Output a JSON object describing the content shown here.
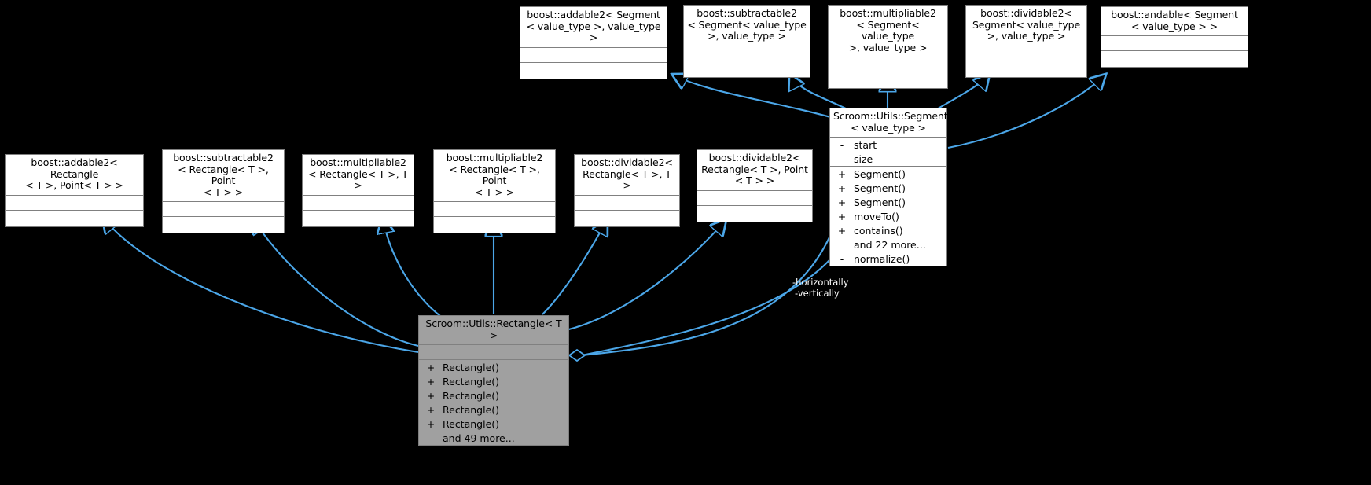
{
  "diagram": {
    "kind": "uml-class-inheritance-graph",
    "background": "#000000",
    "edge_color": "#4ba6e8",
    "box_fill": "#ffffff",
    "box_border": "#808080",
    "highlight_fill": "#a0a0a0",
    "text_color": "#000000",
    "label_text_color": "#ffffff"
  },
  "nodes": [
    {
      "id": "addable2-segment",
      "title": "boost::addable2< Segment\n< value_type >, value_type >",
      "attributes": [],
      "methods": [],
      "highlight": false
    },
    {
      "id": "subtractable2-segment",
      "title": "boost::subtractable2\n< Segment< value_type\n>, value_type >",
      "attributes": [],
      "methods": [],
      "highlight": false
    },
    {
      "id": "multipliable2-segment",
      "title": "boost::multipliable2\n< Segment< value_type\n>, value_type >",
      "attributes": [],
      "methods": [],
      "highlight": false
    },
    {
      "id": "dividable2-segment",
      "title": "boost::dividable2<\nSegment< value_type\n>, value_type >",
      "attributes": [],
      "methods": [],
      "highlight": false
    },
    {
      "id": "andable-segment",
      "title": "boost::andable< Segment\n< value_type  > >",
      "attributes": [],
      "methods": [],
      "highlight": false
    },
    {
      "id": "segment",
      "title": "Scroom::Utils::Segment\n< value_type >",
      "attributes": [
        {
          "visibility": "-",
          "name": "start"
        },
        {
          "visibility": "-",
          "name": "size"
        }
      ],
      "methods": [
        {
          "visibility": "+",
          "name": "Segment()"
        },
        {
          "visibility": "+",
          "name": "Segment()"
        },
        {
          "visibility": "+",
          "name": "Segment()"
        },
        {
          "visibility": "+",
          "name": "moveTo()"
        },
        {
          "visibility": "+",
          "name": "contains()"
        },
        {
          "visibility": "",
          "name": "and 22 more..."
        },
        {
          "visibility": "-",
          "name": "normalize()"
        }
      ],
      "highlight": false
    },
    {
      "id": "addable2-rectangle",
      "title": "boost::addable2< Rectangle\n< T >, Point< T > >",
      "attributes": [],
      "methods": [],
      "highlight": false
    },
    {
      "id": "subtractable2-rectangle",
      "title": "boost::subtractable2\n< Rectangle< T >, Point\n< T > >",
      "attributes": [],
      "methods": [],
      "highlight": false
    },
    {
      "id": "multipliable2-rectangle-t",
      "title": "boost::multipliable2\n< Rectangle< T >, T >",
      "attributes": [],
      "methods": [],
      "highlight": false
    },
    {
      "id": "multipliable2-rectangle-point",
      "title": "boost::multipliable2\n< Rectangle< T >, Point\n< T > >",
      "attributes": [],
      "methods": [],
      "highlight": false
    },
    {
      "id": "dividable2-rectangle-t",
      "title": "boost::dividable2<\nRectangle< T >, T >",
      "attributes": [],
      "methods": [],
      "highlight": false
    },
    {
      "id": "dividable2-rectangle-point",
      "title": "boost::dividable2<\nRectangle< T >, Point\n< T > >",
      "attributes": [],
      "methods": [],
      "highlight": false
    },
    {
      "id": "rectangle",
      "title": "Scroom::Utils::Rectangle< T >",
      "attributes": [],
      "methods": [
        {
          "visibility": "+",
          "name": "Rectangle()"
        },
        {
          "visibility": "+",
          "name": "Rectangle()"
        },
        {
          "visibility": "+",
          "name": "Rectangle()"
        },
        {
          "visibility": "+",
          "name": "Rectangle()"
        },
        {
          "visibility": "+",
          "name": "Rectangle()"
        },
        {
          "visibility": "",
          "name": "and 49 more..."
        }
      ],
      "highlight": true
    }
  ],
  "edge_labels": [
    {
      "id": "label-horizontally",
      "text": "-horizontally"
    },
    {
      "id": "label-vertically",
      "text": "-vertically"
    }
  ]
}
